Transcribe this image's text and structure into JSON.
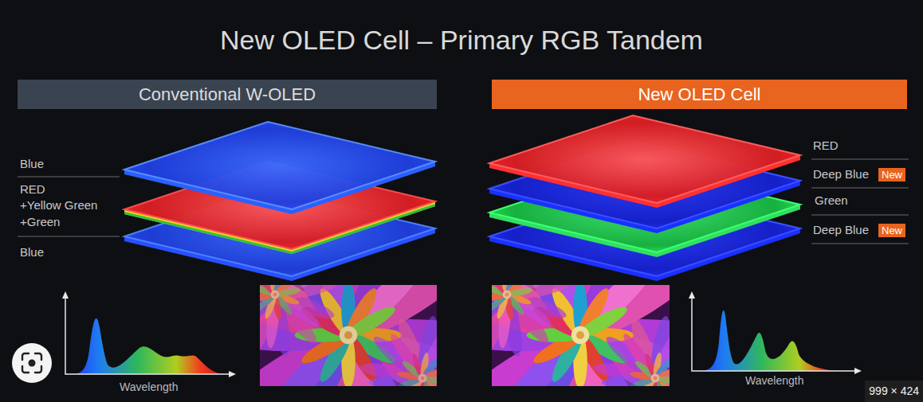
{
  "diagram": {
    "title": "New OLED Cell – Primary RGB Tandem",
    "nodes": [
      {
        "text": [
          "Conventional W-OLED"
        ]
      },
      {
        "text": [
          "New OLED Cell"
        ]
      }
    ],
    "labels": [
      "Blue",
      "RED",
      "+Yellow Green",
      "+Green",
      "Blue",
      "Wavelength",
      "RED",
      "Deep Blue",
      "New",
      "Green",
      "Deep Blue",
      "New",
      "Wavelength",
      "999 × 424"
    ]
  }
}
